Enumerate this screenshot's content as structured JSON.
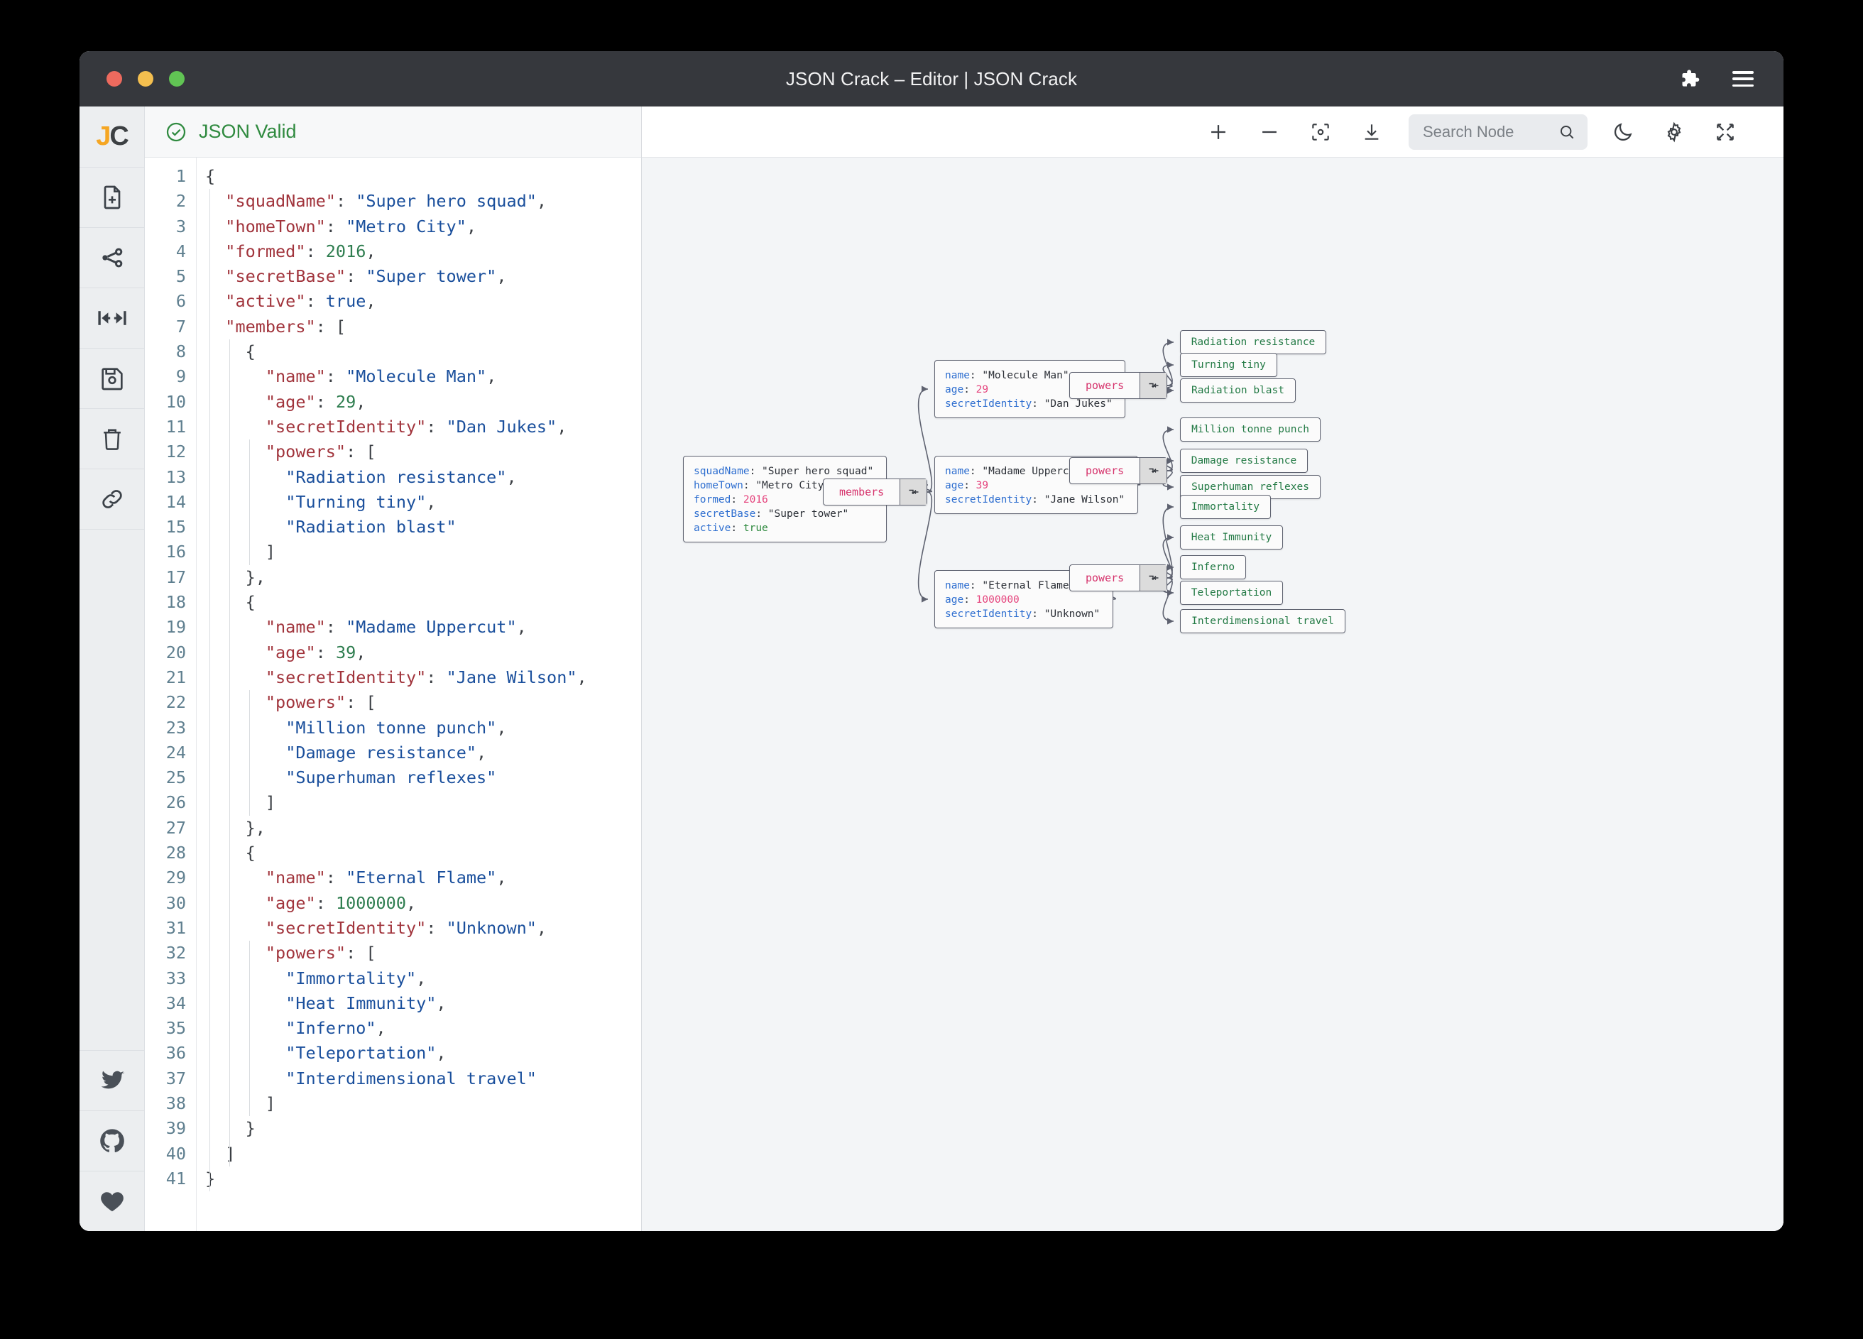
{
  "window": {
    "title": "JSON Crack – Editor | JSON Crack",
    "traffic": {
      "close": "close-button",
      "minimize": "minimize-button",
      "maximize": "maximize-button"
    },
    "extensions_icon": "puzzle-icon",
    "menu_icon": "hamburger-menu-icon"
  },
  "rail": {
    "logo": {
      "first": "J",
      "second": "C"
    },
    "items": [
      {
        "name": "new-file",
        "icon": "file-plus-icon"
      },
      {
        "name": "share",
        "icon": "share-nodes-icon"
      },
      {
        "name": "collapse",
        "icon": "collapse-horizontal-icon"
      },
      {
        "name": "save",
        "icon": "floppy-disk-icon"
      },
      {
        "name": "delete",
        "icon": "trash-icon"
      },
      {
        "name": "link",
        "icon": "link-icon"
      }
    ],
    "bottom_items": [
      {
        "name": "twitter",
        "icon": "twitter-bird-icon"
      },
      {
        "name": "github",
        "icon": "github-icon"
      },
      {
        "name": "sponsor",
        "icon": "heart-icon"
      }
    ]
  },
  "editor": {
    "status_text": "JSON Valid",
    "status_icon": "check-circle-icon",
    "status_color": "#2f8a3f",
    "line_count": 41,
    "lines": [
      {
        "n": 1,
        "tokens": [
          {
            "t": "p",
            "v": "{"
          }
        ]
      },
      {
        "n": 2,
        "tokens": [
          {
            "t": "p",
            "v": "  "
          },
          {
            "t": "k",
            "v": "\"squadName\""
          },
          {
            "t": "p",
            "v": ": "
          },
          {
            "t": "s",
            "v": "\"Super hero squad\""
          },
          {
            "t": "p",
            "v": ","
          }
        ]
      },
      {
        "n": 3,
        "tokens": [
          {
            "t": "p",
            "v": "  "
          },
          {
            "t": "k",
            "v": "\"homeTown\""
          },
          {
            "t": "p",
            "v": ": "
          },
          {
            "t": "s",
            "v": "\"Metro City\""
          },
          {
            "t": "p",
            "v": ","
          }
        ]
      },
      {
        "n": 4,
        "tokens": [
          {
            "t": "p",
            "v": "  "
          },
          {
            "t": "k",
            "v": "\"formed\""
          },
          {
            "t": "p",
            "v": ": "
          },
          {
            "t": "n",
            "v": "2016"
          },
          {
            "t": "p",
            "v": ","
          }
        ]
      },
      {
        "n": 5,
        "tokens": [
          {
            "t": "p",
            "v": "  "
          },
          {
            "t": "k",
            "v": "\"secretBase\""
          },
          {
            "t": "p",
            "v": ": "
          },
          {
            "t": "s",
            "v": "\"Super tower\""
          },
          {
            "t": "p",
            "v": ","
          }
        ]
      },
      {
        "n": 6,
        "tokens": [
          {
            "t": "p",
            "v": "  "
          },
          {
            "t": "k",
            "v": "\"active\""
          },
          {
            "t": "p",
            "v": ": "
          },
          {
            "t": "b",
            "v": "true"
          },
          {
            "t": "p",
            "v": ","
          }
        ]
      },
      {
        "n": 7,
        "tokens": [
          {
            "t": "p",
            "v": "  "
          },
          {
            "t": "k",
            "v": "\"members\""
          },
          {
            "t": "p",
            "v": ": ["
          }
        ]
      },
      {
        "n": 8,
        "tokens": [
          {
            "t": "p",
            "v": "    {"
          }
        ]
      },
      {
        "n": 9,
        "tokens": [
          {
            "t": "p",
            "v": "      "
          },
          {
            "t": "k",
            "v": "\"name\""
          },
          {
            "t": "p",
            "v": ": "
          },
          {
            "t": "s",
            "v": "\"Molecule Man\""
          },
          {
            "t": "p",
            "v": ","
          }
        ]
      },
      {
        "n": 10,
        "tokens": [
          {
            "t": "p",
            "v": "      "
          },
          {
            "t": "k",
            "v": "\"age\""
          },
          {
            "t": "p",
            "v": ": "
          },
          {
            "t": "n",
            "v": "29"
          },
          {
            "t": "p",
            "v": ","
          }
        ]
      },
      {
        "n": 11,
        "tokens": [
          {
            "t": "p",
            "v": "      "
          },
          {
            "t": "k",
            "v": "\"secretIdentity\""
          },
          {
            "t": "p",
            "v": ": "
          },
          {
            "t": "s",
            "v": "\"Dan Jukes\""
          },
          {
            "t": "p",
            "v": ","
          }
        ]
      },
      {
        "n": 12,
        "tokens": [
          {
            "t": "p",
            "v": "      "
          },
          {
            "t": "k",
            "v": "\"powers\""
          },
          {
            "t": "p",
            "v": ": ["
          }
        ]
      },
      {
        "n": 13,
        "tokens": [
          {
            "t": "p",
            "v": "        "
          },
          {
            "t": "s",
            "v": "\"Radiation resistance\""
          },
          {
            "t": "p",
            "v": ","
          }
        ]
      },
      {
        "n": 14,
        "tokens": [
          {
            "t": "p",
            "v": "        "
          },
          {
            "t": "s",
            "v": "\"Turning tiny\""
          },
          {
            "t": "p",
            "v": ","
          }
        ]
      },
      {
        "n": 15,
        "tokens": [
          {
            "t": "p",
            "v": "        "
          },
          {
            "t": "s",
            "v": "\"Radiation blast\""
          }
        ]
      },
      {
        "n": 16,
        "tokens": [
          {
            "t": "p",
            "v": "      ]"
          }
        ]
      },
      {
        "n": 17,
        "tokens": [
          {
            "t": "p",
            "v": "    },"
          }
        ]
      },
      {
        "n": 18,
        "tokens": [
          {
            "t": "p",
            "v": "    {"
          }
        ]
      },
      {
        "n": 19,
        "tokens": [
          {
            "t": "p",
            "v": "      "
          },
          {
            "t": "k",
            "v": "\"name\""
          },
          {
            "t": "p",
            "v": ": "
          },
          {
            "t": "s",
            "v": "\"Madame Uppercut\""
          },
          {
            "t": "p",
            "v": ","
          }
        ]
      },
      {
        "n": 20,
        "tokens": [
          {
            "t": "p",
            "v": "      "
          },
          {
            "t": "k",
            "v": "\"age\""
          },
          {
            "t": "p",
            "v": ": "
          },
          {
            "t": "n",
            "v": "39"
          },
          {
            "t": "p",
            "v": ","
          }
        ]
      },
      {
        "n": 21,
        "tokens": [
          {
            "t": "p",
            "v": "      "
          },
          {
            "t": "k",
            "v": "\"secretIdentity\""
          },
          {
            "t": "p",
            "v": ": "
          },
          {
            "t": "s",
            "v": "\"Jane Wilson\""
          },
          {
            "t": "p",
            "v": ","
          }
        ]
      },
      {
        "n": 22,
        "tokens": [
          {
            "t": "p",
            "v": "      "
          },
          {
            "t": "k",
            "v": "\"powers\""
          },
          {
            "t": "p",
            "v": ": ["
          }
        ]
      },
      {
        "n": 23,
        "tokens": [
          {
            "t": "p",
            "v": "        "
          },
          {
            "t": "s",
            "v": "\"Million tonne punch\""
          },
          {
            "t": "p",
            "v": ","
          }
        ]
      },
      {
        "n": 24,
        "tokens": [
          {
            "t": "p",
            "v": "        "
          },
          {
            "t": "s",
            "v": "\"Damage resistance\""
          },
          {
            "t": "p",
            "v": ","
          }
        ]
      },
      {
        "n": 25,
        "tokens": [
          {
            "t": "p",
            "v": "        "
          },
          {
            "t": "s",
            "v": "\"Superhuman reflexes\""
          }
        ]
      },
      {
        "n": 26,
        "tokens": [
          {
            "t": "p",
            "v": "      ]"
          }
        ]
      },
      {
        "n": 27,
        "tokens": [
          {
            "t": "p",
            "v": "    },"
          }
        ]
      },
      {
        "n": 28,
        "tokens": [
          {
            "t": "p",
            "v": "    {"
          }
        ]
      },
      {
        "n": 29,
        "tokens": [
          {
            "t": "p",
            "v": "      "
          },
          {
            "t": "k",
            "v": "\"name\""
          },
          {
            "t": "p",
            "v": ": "
          },
          {
            "t": "s",
            "v": "\"Eternal Flame\""
          },
          {
            "t": "p",
            "v": ","
          }
        ]
      },
      {
        "n": 30,
        "tokens": [
          {
            "t": "p",
            "v": "      "
          },
          {
            "t": "k",
            "v": "\"age\""
          },
          {
            "t": "p",
            "v": ": "
          },
          {
            "t": "n",
            "v": "1000000"
          },
          {
            "t": "p",
            "v": ","
          }
        ]
      },
      {
        "n": 31,
        "tokens": [
          {
            "t": "p",
            "v": "      "
          },
          {
            "t": "k",
            "v": "\"secretIdentity\""
          },
          {
            "t": "p",
            "v": ": "
          },
          {
            "t": "s",
            "v": "\"Unknown\""
          },
          {
            "t": "p",
            "v": ","
          }
        ]
      },
      {
        "n": 32,
        "tokens": [
          {
            "t": "p",
            "v": "      "
          },
          {
            "t": "k",
            "v": "\"powers\""
          },
          {
            "t": "p",
            "v": ": ["
          }
        ]
      },
      {
        "n": 33,
        "tokens": [
          {
            "t": "p",
            "v": "        "
          },
          {
            "t": "s",
            "v": "\"Immortality\""
          },
          {
            "t": "p",
            "v": ","
          }
        ]
      },
      {
        "n": 34,
        "tokens": [
          {
            "t": "p",
            "v": "        "
          },
          {
            "t": "s",
            "v": "\"Heat Immunity\""
          },
          {
            "t": "p",
            "v": ","
          }
        ]
      },
      {
        "n": 35,
        "tokens": [
          {
            "t": "p",
            "v": "        "
          },
          {
            "t": "s",
            "v": "\"Inferno\""
          },
          {
            "t": "p",
            "v": ","
          }
        ]
      },
      {
        "n": 36,
        "tokens": [
          {
            "t": "p",
            "v": "        "
          },
          {
            "t": "s",
            "v": "\"Teleportation\""
          },
          {
            "t": "p",
            "v": ","
          }
        ]
      },
      {
        "n": 37,
        "tokens": [
          {
            "t": "p",
            "v": "        "
          },
          {
            "t": "s",
            "v": "\"Interdimensional travel\""
          }
        ]
      },
      {
        "n": 38,
        "tokens": [
          {
            "t": "p",
            "v": "      ]"
          }
        ]
      },
      {
        "n": 39,
        "tokens": [
          {
            "t": "p",
            "v": "    }"
          }
        ]
      },
      {
        "n": 40,
        "tokens": [
          {
            "t": "p",
            "v": "  ]"
          }
        ]
      },
      {
        "n": 41,
        "tokens": [
          {
            "t": "p",
            "v": "}"
          }
        ]
      }
    ]
  },
  "toolbar": {
    "zoom_in": "plus-icon",
    "zoom_out": "minus-icon",
    "center": "focus-center-icon",
    "download": "download-icon",
    "search_placeholder": "Search Node",
    "search_value": "",
    "search_icon": "magnifier-icon",
    "theme": "moon-icon",
    "settings": "gear-icon",
    "fullscreen": "fullscreen-icon"
  },
  "graph": {
    "root": {
      "rows": [
        {
          "key": "squadName",
          "value": "\"Super hero squad\"",
          "type": "str"
        },
        {
          "key": "homeTown",
          "value": "\"Metro City\"",
          "type": "str"
        },
        {
          "key": "formed",
          "value": "2016",
          "type": "num"
        },
        {
          "key": "secretBase",
          "value": "\"Super tower\"",
          "type": "str"
        },
        {
          "key": "active",
          "value": "true",
          "type": "bool"
        }
      ]
    },
    "members_label": "members",
    "members": [
      {
        "rows": [
          {
            "key": "name",
            "value": "\"Molecule Man\"",
            "type": "str"
          },
          {
            "key": "age",
            "value": "29",
            "type": "num"
          },
          {
            "key": "secretIdentity",
            "value": "\"Dan Jukes\"",
            "type": "str"
          }
        ],
        "powers_label": "powers",
        "powers": [
          "Radiation resistance",
          "Turning tiny",
          "Radiation blast"
        ]
      },
      {
        "rows": [
          {
            "key": "name",
            "value": "\"Madame Uppercut\"",
            "type": "str"
          },
          {
            "key": "age",
            "value": "39",
            "type": "num"
          },
          {
            "key": "secretIdentity",
            "value": "\"Jane Wilson\"",
            "type": "str"
          }
        ],
        "powers_label": "powers",
        "powers": [
          "Million tonne punch",
          "Damage resistance",
          "Superhuman reflexes"
        ]
      },
      {
        "rows": [
          {
            "key": "name",
            "value": "\"Eternal Flame\"",
            "type": "str"
          },
          {
            "key": "age",
            "value": "1000000",
            "type": "num"
          },
          {
            "key": "secretIdentity",
            "value": "\"Unknown\"",
            "type": "str"
          }
        ],
        "powers_label": "powers",
        "powers": [
          "Immortality",
          "Heat Immunity",
          "Inferno",
          "Teleportation",
          "Interdimensional travel"
        ]
      }
    ],
    "collapse_icon": "collapse-arrow-icon"
  },
  "colors": {
    "titlebar": "#36383d",
    "valid_green": "#2f8a3f",
    "node_key": "#2f6fd0",
    "node_num": "#e5447d",
    "node_bool": "#2f8a3f",
    "node_leaf": "#237a45",
    "parent_label": "#d6336c",
    "canvas": "#f3f5f7"
  }
}
